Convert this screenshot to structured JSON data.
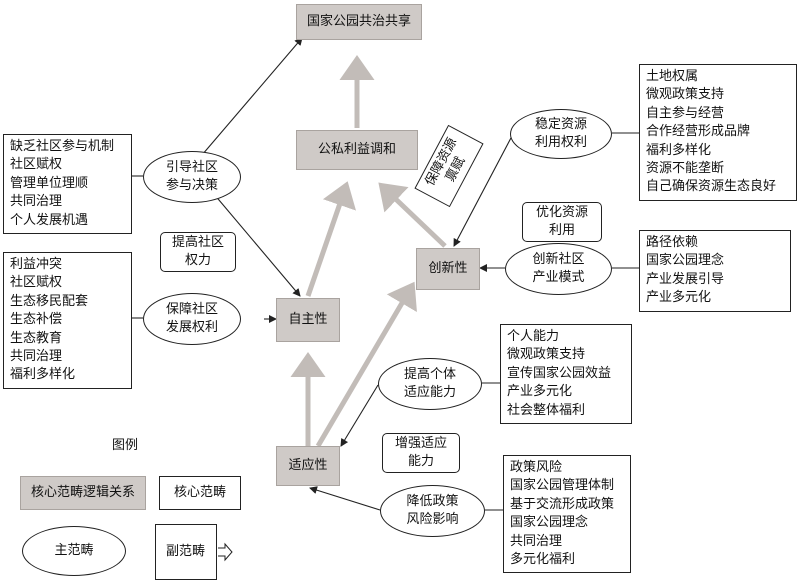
{
  "core": {
    "top": "国家公园共治共享",
    "coordination": "公私利益调和",
    "autonomy": "自主性",
    "innovation": "创新性",
    "adaptability": "适应性"
  },
  "main": {
    "guide": [
      "引导社区",
      "参与决策"
    ],
    "protect": [
      "保障社区",
      "发展权利"
    ],
    "stable": [
      "稳定资源",
      "利用权利"
    ],
    "innov_model": [
      "创新社区",
      "产业模式"
    ],
    "improve": [
      "提高个体",
      "适应能力"
    ],
    "reduce": [
      "降低政策",
      "风险影响"
    ]
  },
  "sub": {
    "empower": [
      "提高社区",
      "权力"
    ],
    "optimize": [
      "优化资源",
      "利用"
    ],
    "enhance": [
      "增强适应",
      "能力"
    ],
    "safeguard": [
      "保障资源",
      "禀赋"
    ]
  },
  "lists": {
    "guide": [
      "缺乏社区参与机制",
      "社区赋权",
      "管理单位理顺",
      "共同治理",
      "个人发展机遇"
    ],
    "protect": [
      "利益冲突",
      "社区赋权",
      "生态移民配套",
      "生态补偿",
      "生态教育",
      "共同治理",
      "福利多样化"
    ],
    "stable": [
      "土地权属",
      "微观政策支持",
      "自主参与经营",
      "合作经营形成品牌",
      "福利多样化",
      "资源不能垄断",
      "自己确保资源生态良好"
    ],
    "innov_model": [
      "路径依赖",
      "国家公园理念",
      "产业发展引导",
      "产业多元化"
    ],
    "improve": [
      "个人能力",
      "微观政策支持",
      "宣传国家公园效益",
      "产业多元化",
      "社会整体福利"
    ],
    "reduce": [
      "政策风险",
      "国家公园管理体制",
      "基于交流形成政策",
      "国家公园理念",
      "共同治理",
      "多元化福利"
    ]
  },
  "legend": {
    "title": "图例",
    "logic": "核心范畴逻辑关系",
    "core": "核心范畴",
    "main": "主范畴",
    "sub": "副范畴"
  },
  "colors": {
    "core_fill": "#cfcac7",
    "thick_arrow": "#c2bcb8",
    "line": "#222222"
  }
}
